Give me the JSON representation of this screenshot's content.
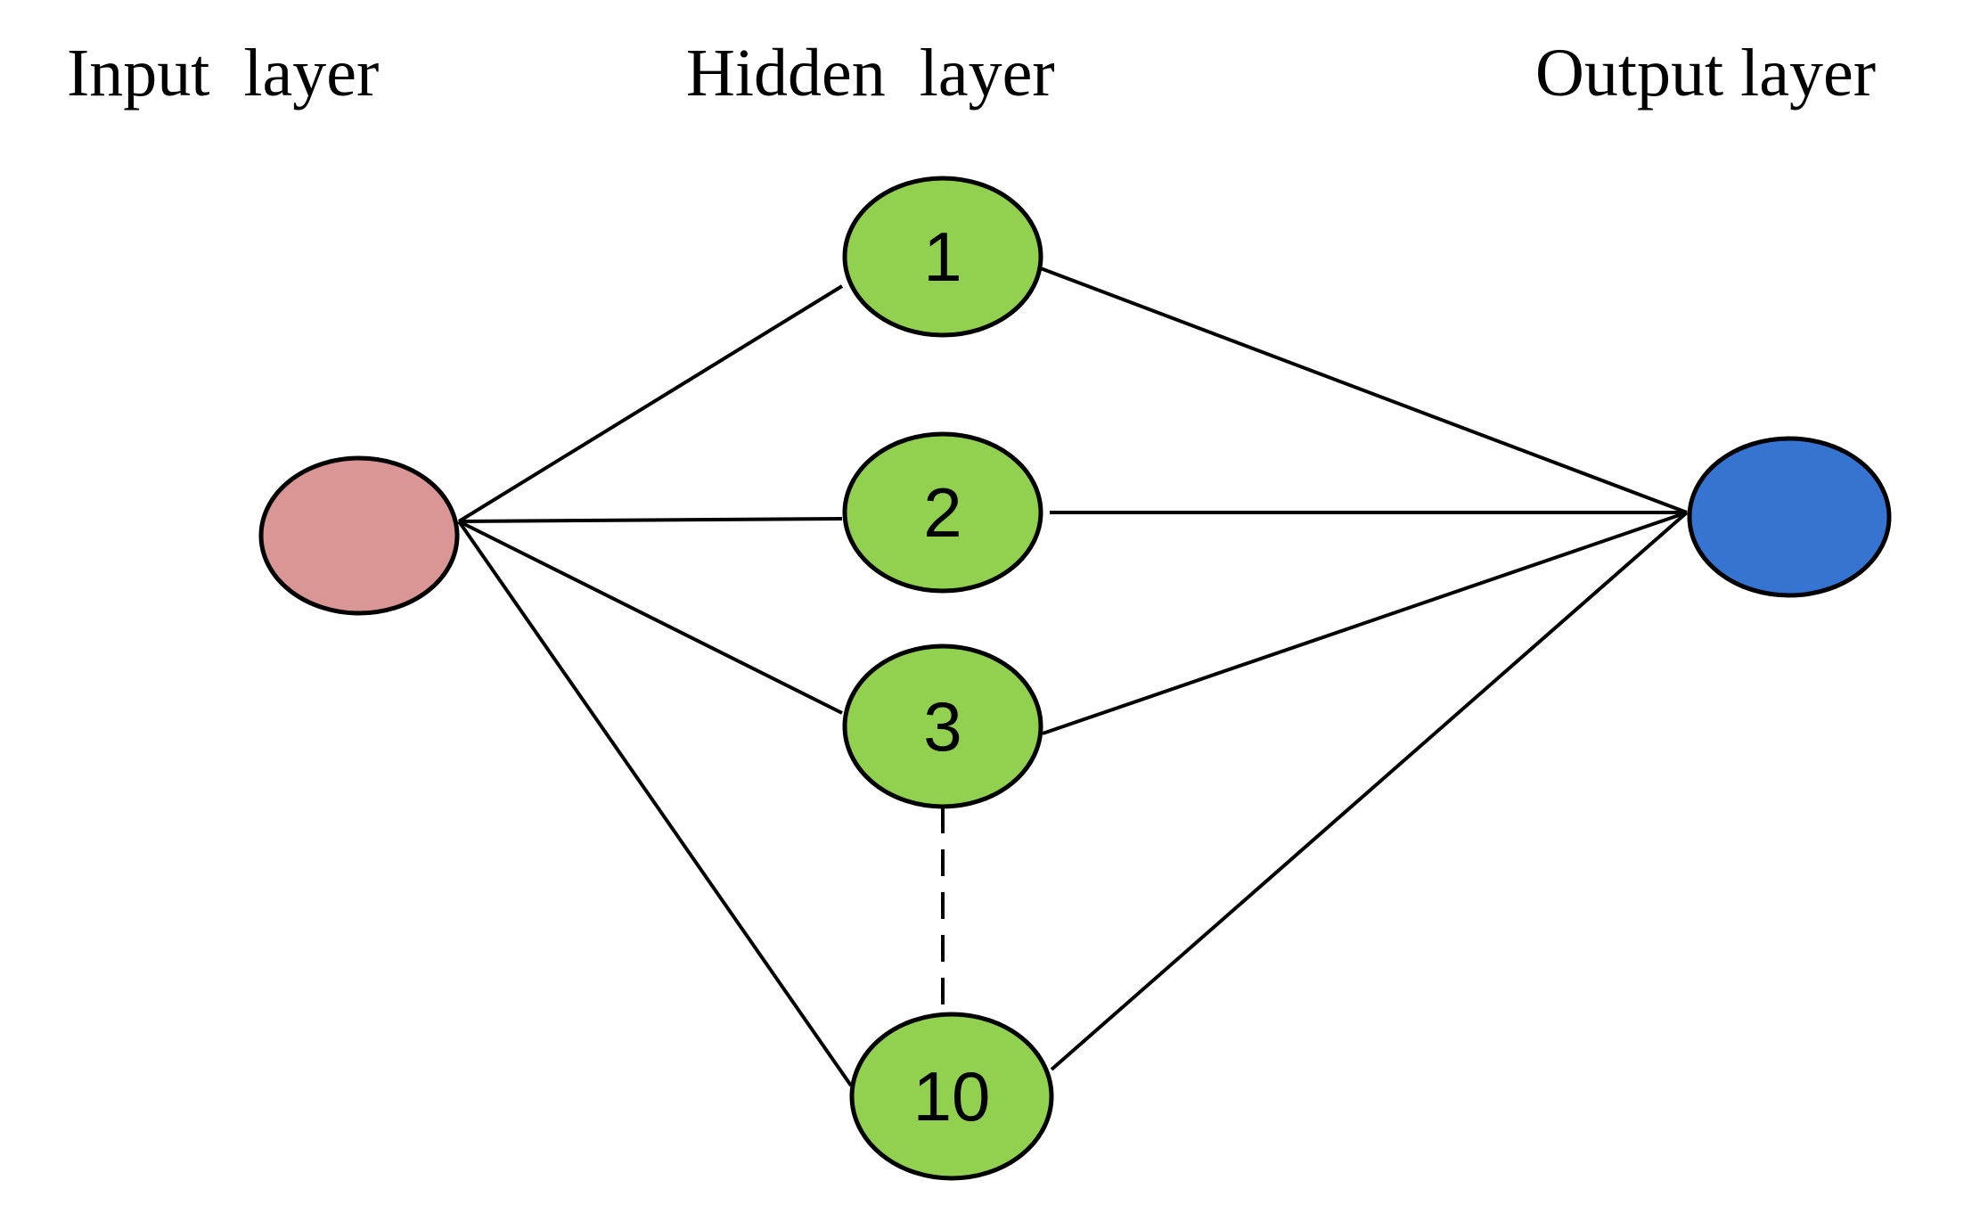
{
  "headings": {
    "input": "Input  layer",
    "hidden": "Hidden  layer",
    "output": "Output layer"
  },
  "nodes": {
    "input": {
      "label": "",
      "color": "#D99694"
    },
    "hidden": [
      {
        "label": "1",
        "color": "#92D050"
      },
      {
        "label": "2",
        "color": "#92D050"
      },
      {
        "label": "3",
        "color": "#92D050"
      },
      {
        "label": "10",
        "color": "#92D050"
      }
    ],
    "output": {
      "label": "",
      "color": "#3574D0"
    }
  }
}
